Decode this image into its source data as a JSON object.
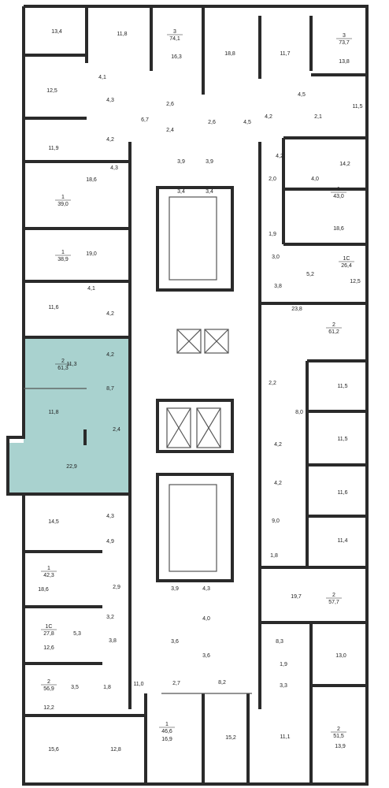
{
  "colors": {
    "highlight": "#a9d2cf",
    "wall": "#2a2a2a",
    "background": "#ffffff"
  },
  "highlighted_apartment": {
    "rooms": "2",
    "area": "61,3",
    "room_areas": [
      "11,3",
      "4,2",
      "8,7",
      "11,8",
      "2,4",
      "22,9"
    ]
  },
  "apartment_labels": [
    {
      "rooms": "3",
      "area": "74,1"
    },
    {
      "rooms": "3",
      "area": "73,7"
    },
    {
      "rooms": "1",
      "area": "39,0"
    },
    {
      "rooms": "1",
      "area": "43,0"
    },
    {
      "rooms": "1",
      "area": "38,9"
    },
    {
      "rooms": "1С",
      "area": "26,4"
    },
    {
      "rooms": "2",
      "area": "61,2"
    },
    {
      "rooms": "2",
      "area": "61,3"
    },
    {
      "rooms": "1",
      "area": "42,3"
    },
    {
      "rooms": "2",
      "area": "57,7"
    },
    {
      "rooms": "1С",
      "area": "27,8"
    },
    {
      "rooms": "2",
      "area": "56,9"
    },
    {
      "rooms": "2",
      "area": "51,5"
    },
    {
      "rooms": "1",
      "area": "46,6"
    }
  ],
  "room_labels": [
    "13,4",
    "11,8",
    "16,3",
    "18,8",
    "11,7",
    "13,8",
    "4,1",
    "12,5",
    "4,3",
    "2,6",
    "6,7",
    "2,6",
    "4,5",
    "4,5",
    "11,5",
    "4,2",
    "2,4",
    "4,2",
    "2,1",
    "11,9",
    "4,3",
    "3,9",
    "3,9",
    "4,2",
    "14,2",
    "4,0",
    "18,6",
    "3,4",
    "3,4",
    "2,0",
    "18,6",
    "1,9",
    "19,0",
    "3,0",
    "5,2",
    "12,5",
    "3,8",
    "4,1",
    "11,6",
    "23,8",
    "4,2",
    "11,3",
    "4,2",
    "8,7",
    "2,2",
    "11,5",
    "11,8",
    "8,0",
    "2,4",
    "11,5",
    "4,2",
    "22,9",
    "4,2",
    "11,6",
    "4,3",
    "14,5",
    "9,0",
    "4,9",
    "11,4",
    "1,8",
    "2,9",
    "18,6",
    "19,7",
    "3,9",
    "4,3",
    "3,2",
    "4,0",
    "5,3",
    "8,3",
    "3,8",
    "12,6",
    "3,6",
    "3,6",
    "13,0",
    "1,9",
    "11,0",
    "2,7",
    "8,2",
    "3,5",
    "1,8",
    "3,3",
    "12,2",
    "16,9",
    "15,2",
    "11,1",
    "13,9",
    "15,6",
    "12,8"
  ]
}
